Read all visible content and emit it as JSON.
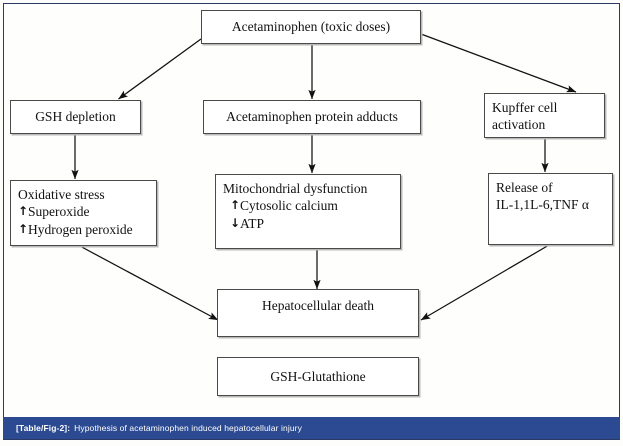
{
  "figure": {
    "border_color": "#2b3a63",
    "background": "#fdfdfb"
  },
  "caption": {
    "tag": "[Table/Fig-2]:",
    "text": "Hypothesis of acetaminophen induced hepatocellular injury",
    "bar_color": "#2b4a91",
    "text_color": "#ffffff"
  },
  "nodes": {
    "acetaminophen": {
      "label": "Acetaminophen (toxic doses)"
    },
    "gsh_depletion": {
      "label": "GSH depletion"
    },
    "protein_adducts": {
      "label": "Acetaminophen protein adducts"
    },
    "kupffer_activation": {
      "line1": "Kupffer cell",
      "line2": "activation"
    },
    "oxidative_stress": {
      "line1": "Oxidative stress",
      "line2": "Superoxide",
      "line3": "Hydrogen peroxide",
      "line2_arrow": "↑",
      "line3_arrow": "↑"
    },
    "mitochondrial_dysfunction": {
      "line1": "Mitochondrial dysfunction",
      "line2": "Cytosolic calcium",
      "line3": "ATP",
      "line2_arrow": "↑",
      "line3_arrow": "↓"
    },
    "cytokine_release": {
      "line1": "Release of",
      "line2": "IL-1,1L-6,TNF α"
    },
    "hepatocellular_death": {
      "label": "Hepatocellular death"
    },
    "legend_box": {
      "label": "GSH-Glutathione"
    }
  },
  "edges": [
    {
      "name": "acetaminophen-to-gsh-depletion"
    },
    {
      "name": "acetaminophen-to-protein-adducts"
    },
    {
      "name": "acetaminophen-to-kupffer-activation"
    },
    {
      "name": "gsh-depletion-to-oxidative-stress"
    },
    {
      "name": "protein-adducts-to-mitochondrial-dysfunction"
    },
    {
      "name": "kupffer-activation-to-cytokine-release"
    },
    {
      "name": "oxidative-stress-to-hepatocellular-death"
    },
    {
      "name": "mitochondrial-dysfunction-to-hepatocellular-death"
    },
    {
      "name": "cytokine-release-to-hepatocellular-death"
    }
  ]
}
